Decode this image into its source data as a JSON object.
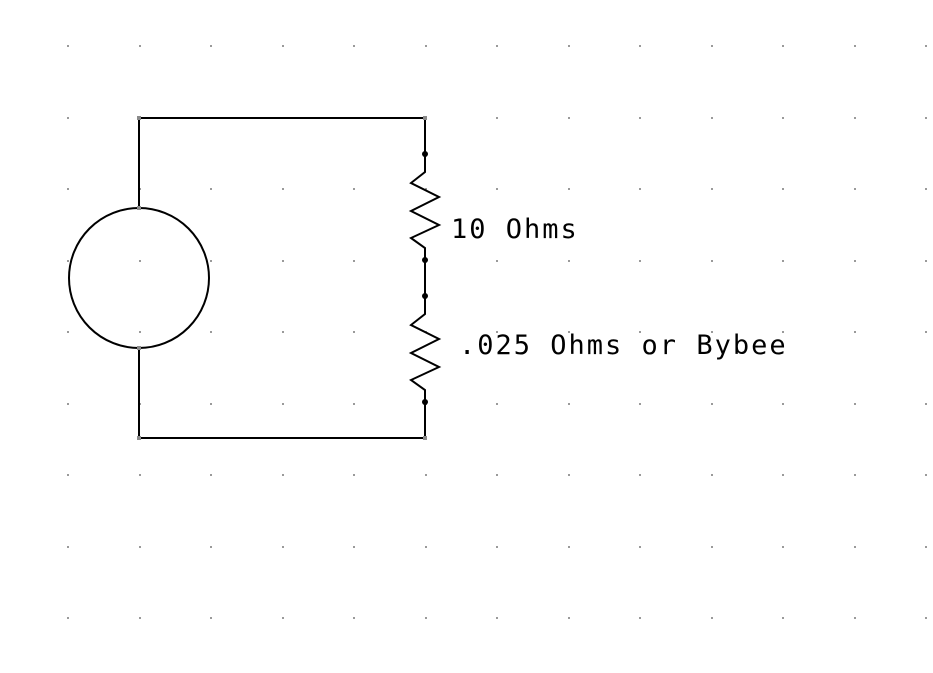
{
  "canvas": {
    "background": "#ffffff",
    "grid_color": "#9a9a9a",
    "wire_color": "#000000"
  },
  "components": {
    "source": {
      "icon": "voltage-source-circle"
    },
    "resistor_top": {
      "icon": "resistor-zigzag",
      "label": "10 Ohms"
    },
    "resistor_bottom": {
      "icon": "resistor-zigzag",
      "label": ".025 Ohms or Bybee"
    }
  }
}
